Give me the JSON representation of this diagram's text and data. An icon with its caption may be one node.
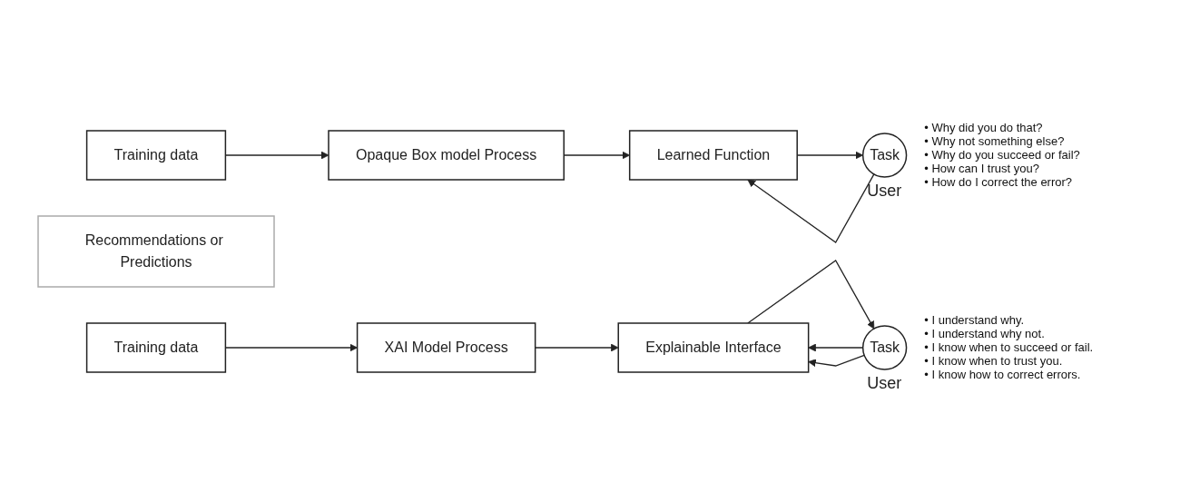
{
  "diagram": {
    "nodes": [
      {
        "text": [
          "Training data"
        ]
      },
      {
        "text": [
          "Opaque Box model Process"
        ]
      },
      {
        "text": [
          "Learned Function"
        ]
      },
      {
        "text": [
          "Recommendations or Predictions"
        ]
      },
      {
        "text": [
          "Task"
        ],
        "beside": [
          "User"
        ]
      },
      {
        "text": [
          "Training data"
        ]
      },
      {
        "text": [
          "XAI Model Process"
        ]
      },
      {
        "text": [
          "Explainable Interface"
        ]
      },
      {
        "text": [
          "Task"
        ],
        "beside": [
          "User"
        ]
      }
    ],
    "edges": [
      {
        "from": 0,
        "to": 1,
        "arrow": "to"
      },
      {
        "from": 1,
        "to": 2,
        "arrow": "to"
      },
      {
        "from": 2,
        "to": 4,
        "arrow": "to"
      },
      {
        "from": 4,
        "to": 2,
        "arrow": "to"
      },
      {
        "from": 5,
        "to": 6,
        "arrow": "to"
      },
      {
        "from": 6,
        "to": 7,
        "arrow": "to"
      },
      {
        "from": 7,
        "to": 8,
        "arrow": "to"
      },
      {
        "from": 8,
        "to": 7,
        "arrow": "to"
      },
      {
        "from": 8,
        "to": 7,
        "arrow": "to"
      }
    ],
    "labels": [
      "• Why did you do that?",
      "• Why not something else?",
      "• Why do you succeed or fail?",
      "• How can I trust you?",
      "• How do I correct the error?",
      "• I understand why.",
      "• I understand why not.",
      "• I know when to succeed or fail.",
      "• I know when to trust you.",
      "• I know how to correct errors."
    ]
  }
}
